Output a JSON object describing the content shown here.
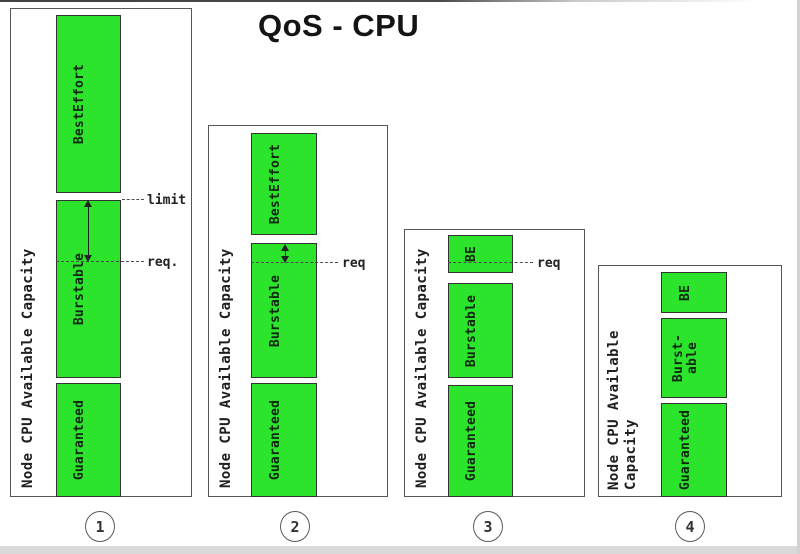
{
  "title": "QoS - CPU",
  "colors": {
    "block_green": "#2de42d",
    "block_border": "#333333",
    "panel_border": "#565656"
  },
  "panels": [
    {
      "number": "1",
      "axis_label": "Node CPU Available Capacity",
      "blocks": [
        {
          "label": "BestEffort"
        },
        {
          "label": "Burstable"
        },
        {
          "label": "Guaranteed"
        }
      ],
      "annotations": {
        "limit": "limit",
        "request": "req."
      }
    },
    {
      "number": "2",
      "axis_label": "Node CPU Available Capacity",
      "blocks": [
        {
          "label": "BestEffort"
        },
        {
          "label": "Burstable"
        },
        {
          "label": "Guaranteed"
        }
      ],
      "annotations": {
        "request": "req"
      }
    },
    {
      "number": "3",
      "axis_label": "Node CPU Available Capacity",
      "blocks": [
        {
          "label": "BE"
        },
        {
          "label": "Burstable"
        },
        {
          "label": "Guaranteed"
        }
      ],
      "annotations": {
        "request": "req"
      }
    },
    {
      "number": "4",
      "axis_label": "Node CPU Available\nCapacity",
      "blocks": [
        {
          "label": "BE"
        },
        {
          "label": "Burst-\nable"
        },
        {
          "label": "Guaranteed"
        }
      ],
      "annotations": {}
    }
  ]
}
